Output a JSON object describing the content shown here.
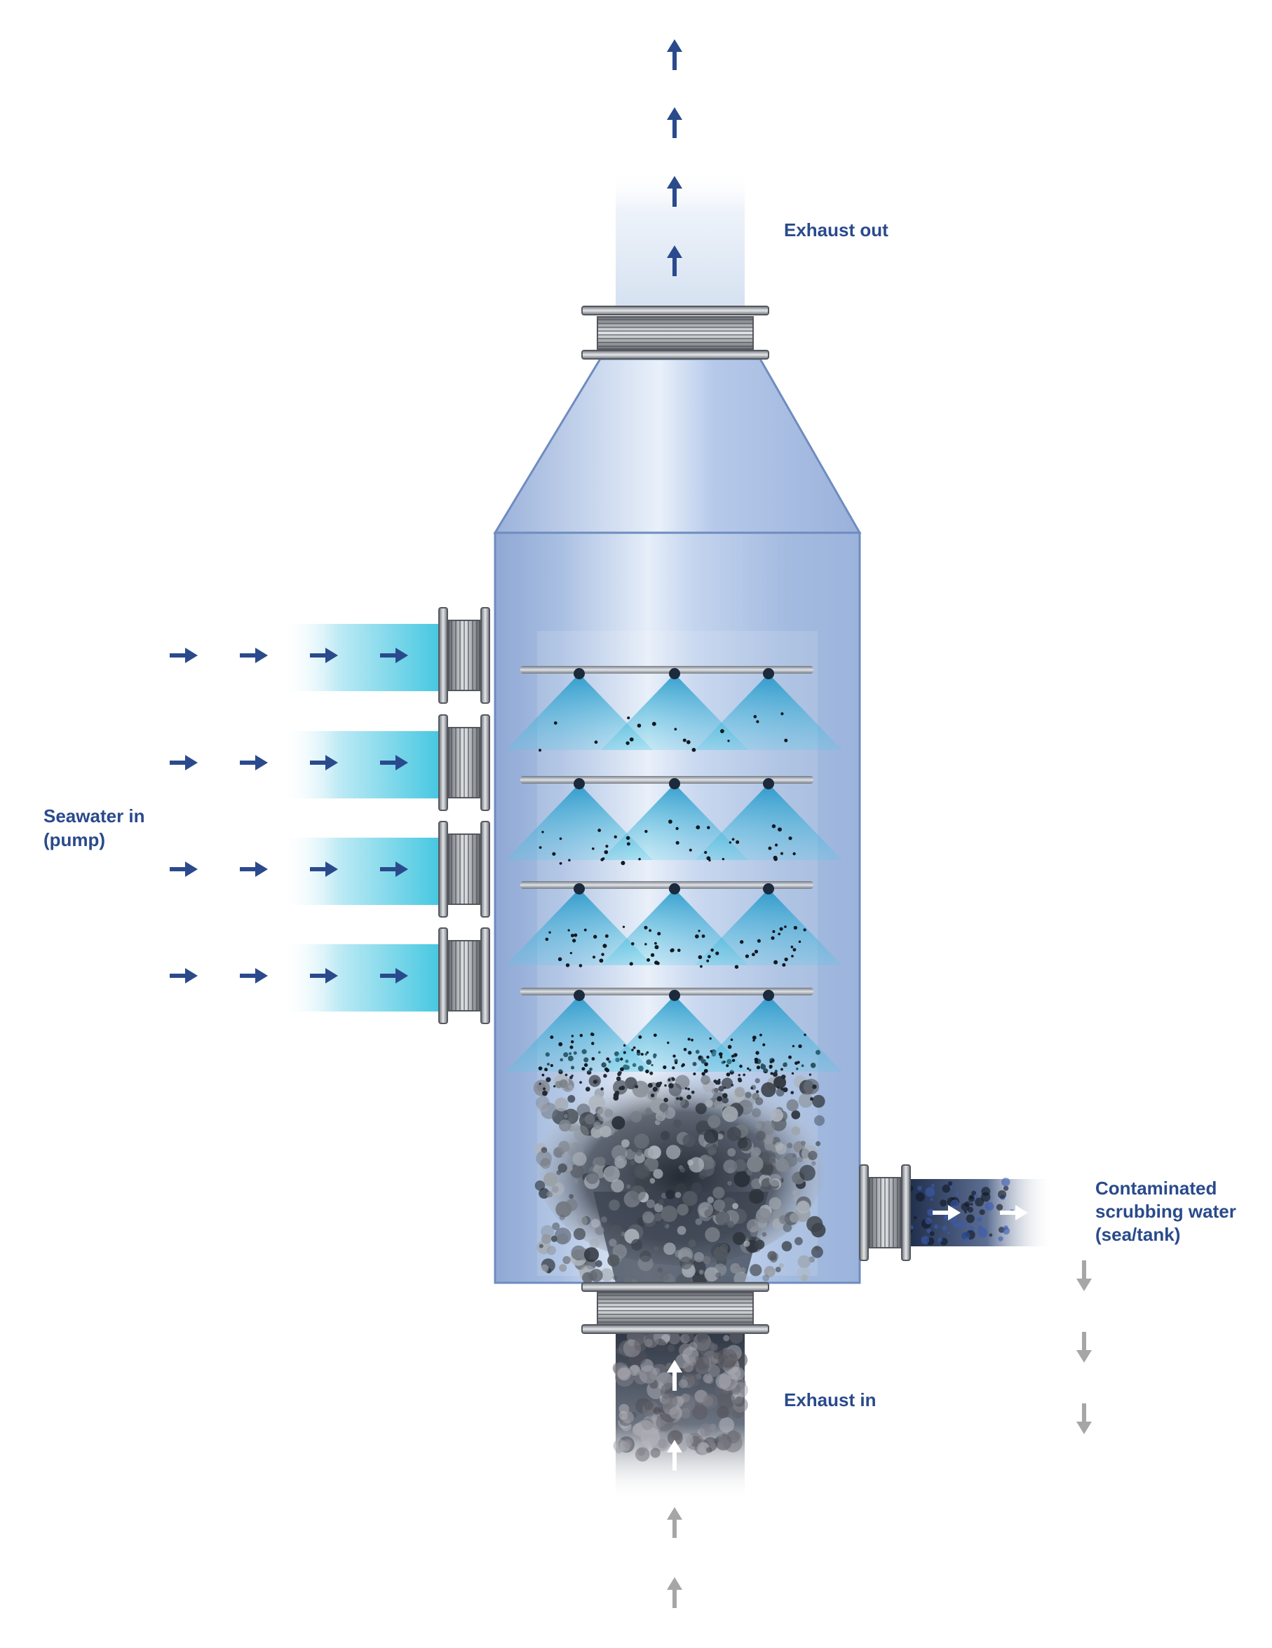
{
  "labels": {
    "exhaust_out": "Exhaust out",
    "seawater_in_line1": "Seawater in",
    "seawater_in_line2": "(pump)",
    "contaminated_line1": "Contaminated",
    "contaminated_line2": "scrubbing water",
    "contaminated_line3": "(sea/tank)",
    "exhaust_in": "Exhaust in"
  },
  "colors": {
    "label_text": "#2a4a8c",
    "arrow_blue": "#2a4a8c",
    "arrow_white": "#ffffff",
    "arrow_grey": "#a6a6a6",
    "shell": "#9fb6da",
    "shell_edge": "#6f8cbf",
    "water_jet": "#3fc6e0",
    "spray_cone": "#1f9fcc",
    "flange_metal": "#8a8e94",
    "soot": "#2c3440"
  },
  "icons": {
    "flow_arrow": "arrow-icon",
    "spray_nozzle": "nozzle-icon",
    "pipe_flange": "flange-icon"
  },
  "diagram": {
    "spray_levels": 4,
    "nozzles_per_level": 3,
    "seawater_inlets": 4
  }
}
